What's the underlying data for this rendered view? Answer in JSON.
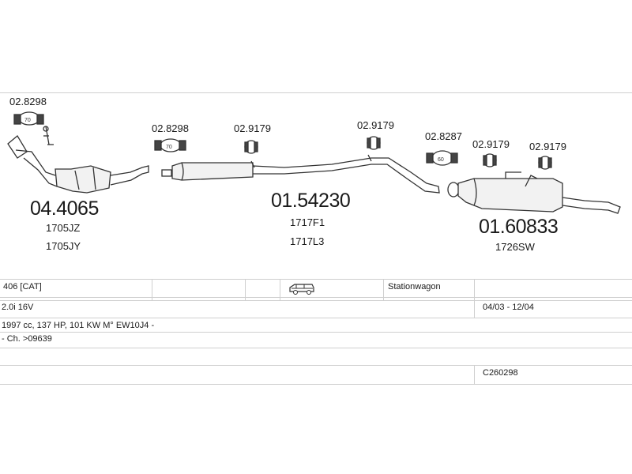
{
  "diagram": {
    "parts": [
      {
        "number": "04.4065",
        "refs": [
          "1705JZ",
          "1705JY"
        ],
        "clamp": "02.8298"
      },
      {
        "number": "01.54230",
        "refs": [
          "1717F1",
          "1717L3"
        ],
        "clamp": "02.8298",
        "hanger": "02.9179"
      },
      {
        "number": "01.60833",
        "refs": [
          "1726SW"
        ],
        "hanger1": "02.9179",
        "clamp": "02.8287",
        "hanger2": "02.9179",
        "hanger3": "02.9179"
      }
    ]
  },
  "vehicle": {
    "model": "406  [CAT]",
    "body": "Stationwagon",
    "engine": "2.0i 16V",
    "date_range": "04/03 - 12/04",
    "spec": "1997 cc, 137 HP, 101 KW M° EW10J4 -",
    "chassis": "- Ch. >09639",
    "code": "C260298"
  }
}
